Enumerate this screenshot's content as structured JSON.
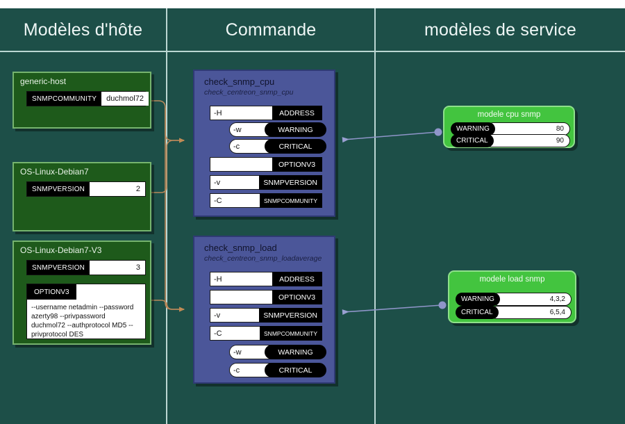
{
  "columns": [
    {
      "id": "host-templates",
      "title": "Modèles d'hôte"
    },
    {
      "id": "command",
      "title": "Commande"
    },
    {
      "id": "service-templates",
      "title": "modèles de service"
    }
  ],
  "host_templates": [
    {
      "name": "generic-host",
      "macros": [
        {
          "key": "SNMPCOMMUNITY",
          "value": "duchmol72"
        }
      ]
    },
    {
      "name": "OS-Linux-Debian7",
      "macros": [
        {
          "key": "SNMPVERSION",
          "value": "2"
        }
      ]
    },
    {
      "name": "OS-Linux-Debian7-V3",
      "macros": [
        {
          "key": "SNMPVERSION",
          "value": "3"
        }
      ],
      "block_macro": {
        "key": "OPTIONV3",
        "text": "--username netadmin --password azerty98 --privpassword duchmol72 --authprotocol MD5 --privprotocol DES"
      }
    }
  ],
  "commands": [
    {
      "name": "check_snmp_cpu",
      "binary": "check_centreon_snmp_cpu",
      "args": [
        {
          "option": "-H",
          "macro": "ADDRESS",
          "style": "box"
        },
        {
          "option": "-w",
          "macro": "WARNING",
          "style": "pill"
        },
        {
          "option": "-c",
          "macro": "CRITICAL",
          "style": "pill"
        },
        {
          "option": "",
          "macro": "OPTIONV3",
          "style": "box"
        },
        {
          "option": "-v",
          "macro": "SNMPVERSION",
          "style": "box"
        },
        {
          "option": "-C",
          "macro": "SNMPCOMMUNITY",
          "style": "box-small"
        }
      ]
    },
    {
      "name": "check_snmp_load",
      "binary": "check_centreon_snmp_loadaverage",
      "args": [
        {
          "option": "-H",
          "macro": "ADDRESS",
          "style": "box"
        },
        {
          "option": "",
          "macro": "OPTIONV3",
          "style": "box"
        },
        {
          "option": "-v",
          "macro": "SNMPVERSION",
          "style": "box"
        },
        {
          "option": "-C",
          "macro": "SNMPCOMMUNITY",
          "style": "box-small"
        },
        {
          "option": "-w",
          "macro": "WARNING",
          "style": "pill"
        },
        {
          "option": "-c",
          "macro": "CRITICAL",
          "style": "pill"
        }
      ]
    }
  ],
  "service_templates": [
    {
      "name": "modele cpu snmp",
      "macros": [
        {
          "key": "WARNING",
          "value": "80"
        },
        {
          "key": "CRITICAL",
          "value": "90"
        }
      ]
    },
    {
      "name": "modele load snmp",
      "macros": [
        {
          "key": "WARNING",
          "value": "4,3,2"
        },
        {
          "key": "CRITICAL",
          "value": "6,5,4"
        }
      ]
    }
  ],
  "colors": {
    "board_background": "#1d4f48",
    "rule": "#bcd7d3",
    "host_fill": "#1e5a1b",
    "host_border": "#76b46e",
    "command_fill": "#4b5699",
    "command_border": "#2f3a74",
    "service_fill": "#43c43f",
    "service_border": "#8fe08b",
    "host_link": "#b8885a",
    "service_link": "#8f95c9"
  }
}
